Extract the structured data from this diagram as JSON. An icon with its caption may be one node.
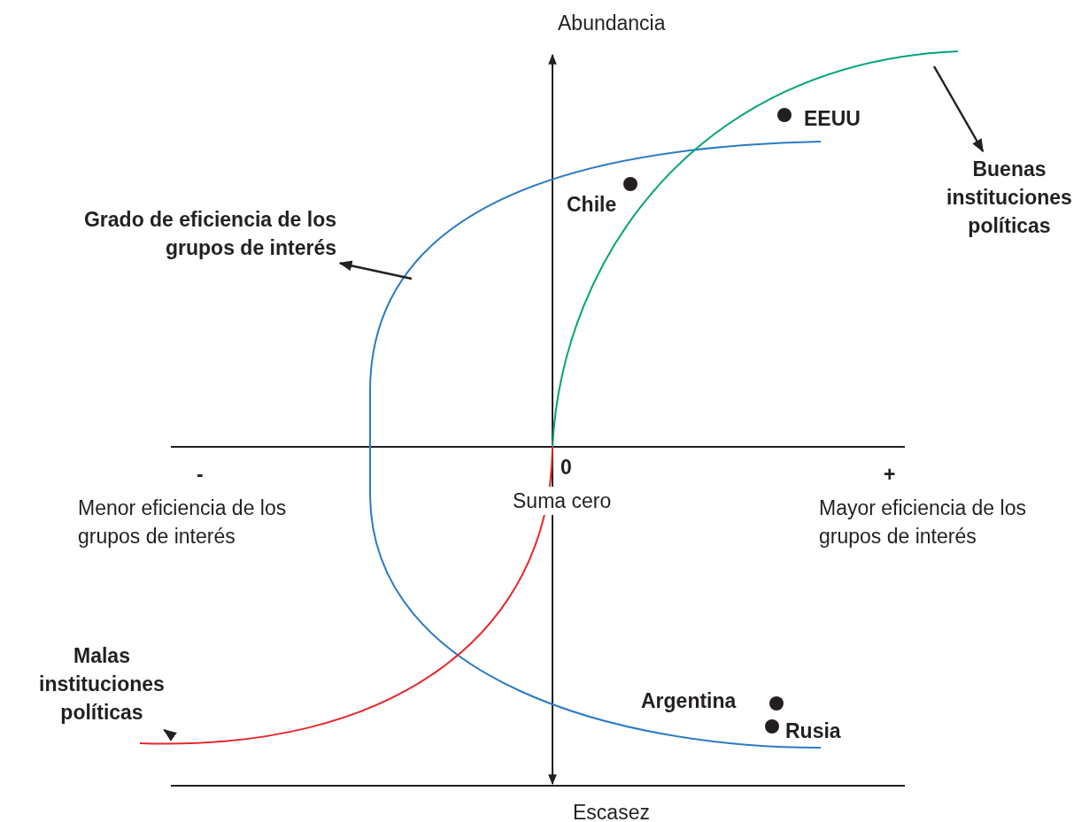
{
  "diagram": {
    "nodes": [
      {
        "text": [
          "Grado de eficiencia de los grupos de interés"
        ]
      },
      {
        "text": [
          "Buenas instituciones políticas"
        ]
      },
      {
        "text": [
          "Malas instituciones políticas"
        ]
      }
    ],
    "edges": [
      {
        "from": null,
        "to": 0,
        "arrow": "to"
      },
      {
        "from": null,
        "to": 1,
        "arrow": "to"
      },
      {
        "from": null,
        "to": 2,
        "arrow": "to"
      }
    ],
    "labels": [
      "Abundancia",
      "EEUU",
      "Chile",
      "-",
      "0",
      "+",
      "Menor eficiencia de los grupos de interés",
      "Suma cero",
      "Mayor eficiencia de los grupos de interés",
      "Argentina",
      "Rusia",
      "Escasez"
    ]
  }
}
